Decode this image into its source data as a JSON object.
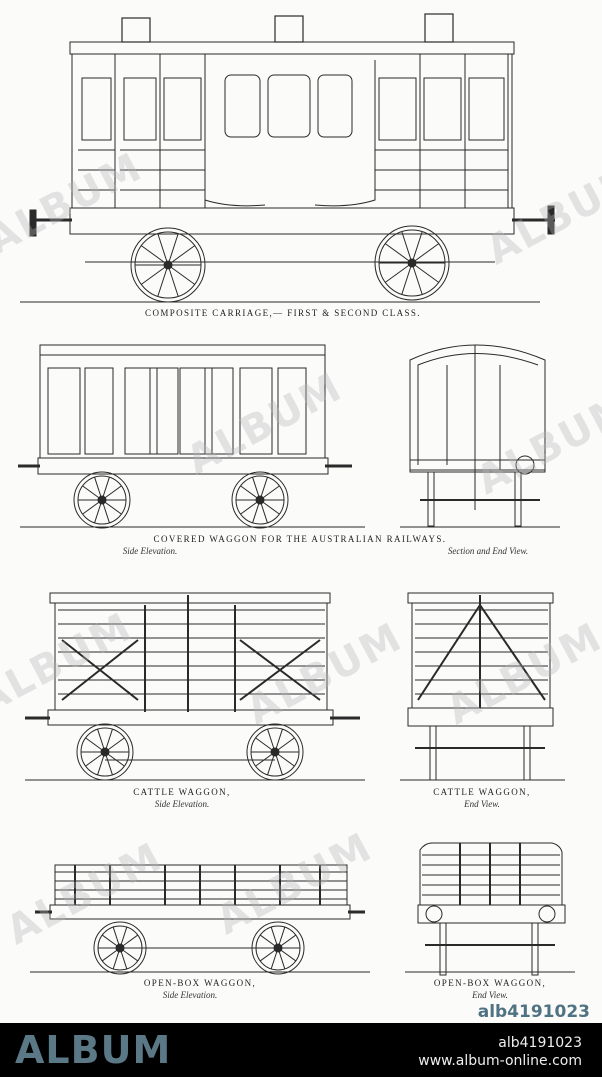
{
  "plate": {
    "composite_caption": "COMPOSITE CARRIAGE,— FIRST & SECOND CLASS.",
    "covered_caption": "COVERED WAGGON FOR THE AUSTRALIAN RAILWAYS.",
    "covered_side_label": "Side Elevation.",
    "covered_end_label": "Section and End View.",
    "cattle_side_caption": "CATTLE WAGGON,",
    "cattle_side_label": "Side Elevation.",
    "cattle_end_caption": "CATTLE WAGGON,",
    "cattle_end_label": "End View.",
    "openbox_side_caption": "OPEN-BOX WAGGON,",
    "openbox_side_label": "Side Elevation.",
    "openbox_end_caption": "OPEN-BOX WAGGON,",
    "openbox_end_label": "End View."
  },
  "watermark": {
    "text": "ALBUM",
    "ref": "alb4191023"
  },
  "footer": {
    "logo": "ALBUM",
    "id": "alb4191023",
    "url": "www.album-online.com"
  },
  "colors": {
    "ink": "#222222",
    "paper": "#fbfbfa",
    "brand": "#5b7886",
    "footer_bg": "#000000"
  }
}
